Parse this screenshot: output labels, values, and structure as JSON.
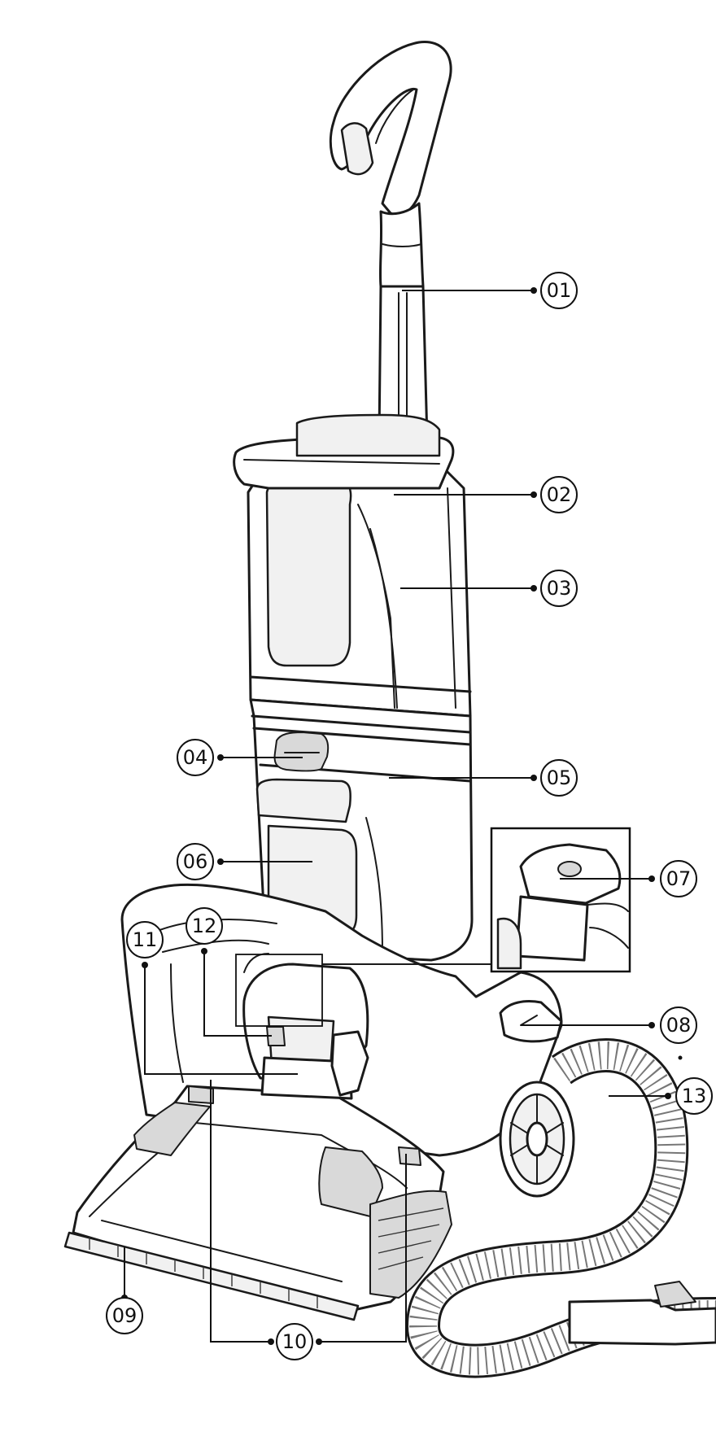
{
  "diagram": {
    "callouts": [
      {
        "id": "01",
        "label": "01"
      },
      {
        "id": "02",
        "label": "02"
      },
      {
        "id": "03",
        "label": "03"
      },
      {
        "id": "04",
        "label": "04"
      },
      {
        "id": "05",
        "label": "05"
      },
      {
        "id": "06",
        "label": "06"
      },
      {
        "id": "07",
        "label": "07"
      },
      {
        "id": "08",
        "label": "08"
      },
      {
        "id": "09",
        "label": "09"
      },
      {
        "id": "10",
        "label": "10"
      },
      {
        "id": "11",
        "label": "11"
      },
      {
        "id": "12",
        "label": "12"
      },
      {
        "id": "13",
        "label": "13"
      }
    ]
  }
}
